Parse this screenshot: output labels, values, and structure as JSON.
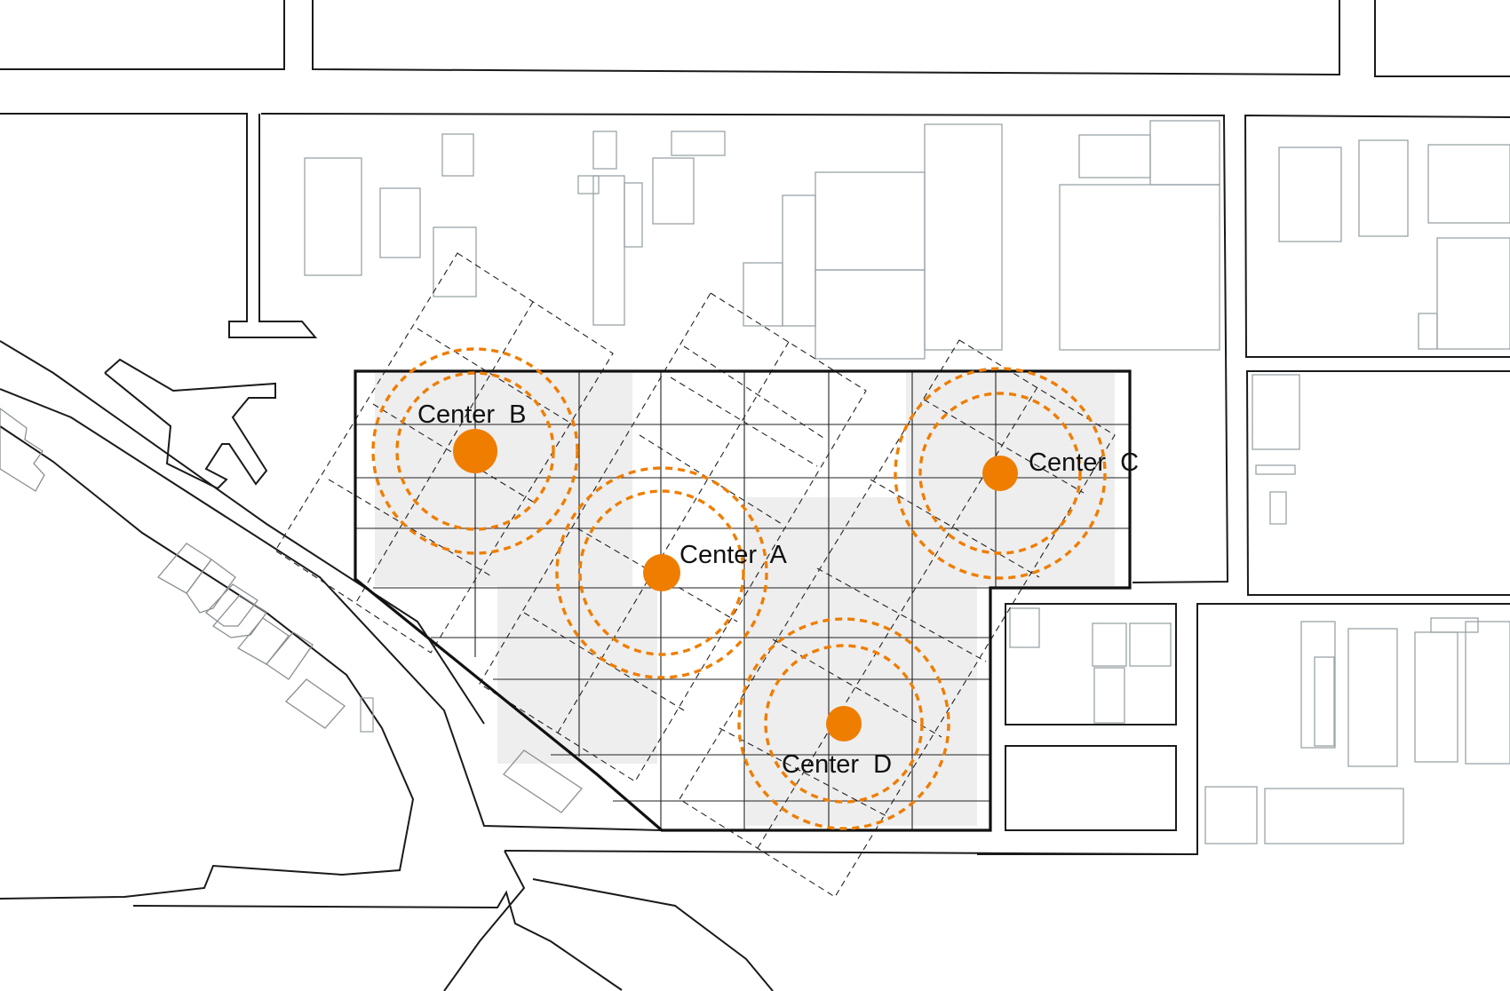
{
  "colors": {
    "accent": "#ef7d00",
    "shade": "#eeeeee",
    "street": "#1a1a1a",
    "building": "#9aa3a8"
  },
  "centers": [
    {
      "id": "A",
      "label": "Center  A"
    },
    {
      "id": "B",
      "label": "Center  B"
    },
    {
      "id": "C",
      "label": "Center  C"
    },
    {
      "id": "D",
      "label": "Center  D"
    }
  ]
}
